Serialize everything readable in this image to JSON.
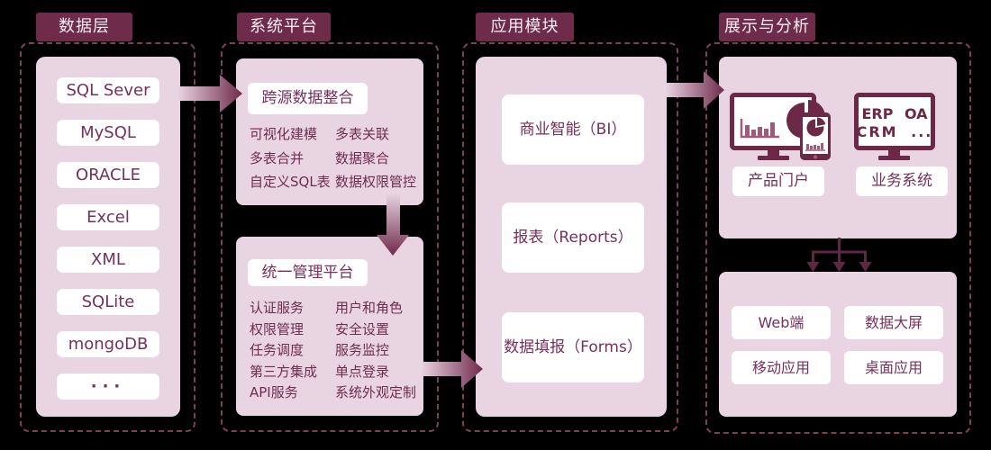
{
  "colors": {
    "bg": "#000000",
    "header_bg": "#6e2c4a",
    "header_text": "#f7edf3",
    "panel": "#e9d5e2",
    "card_bg": "#ffffff",
    "text_dark": "#76305a",
    "text_feature": "#6e2d4f",
    "dashed": "#7b4257",
    "arrow_light": "#ecd8e5",
    "arrow_dark": "#6f2a4b",
    "line": "#5d2842",
    "icon_dark": "#6b2847",
    "icon_mid": "#a3597c"
  },
  "columns": [
    {
      "id": "data-layer",
      "header": "数据层",
      "items": [
        "SQL Sever",
        "MySQL",
        "ORACLE",
        "Excel",
        "XML",
        "SQLite",
        "mongoDB",
        "···"
      ]
    },
    {
      "id": "system-platform",
      "header": "系统平台",
      "groups": [
        {
          "title": "跨源数据整合",
          "features_left": [
            "可视化建模",
            "多表合并",
            "自定义SQL表"
          ],
          "features_right": [
            "多表关联",
            "数据聚合",
            "数据权限管控"
          ]
        },
        {
          "title": "统一管理平台",
          "features_left": [
            "认证服务",
            "权限管理",
            "任务调度",
            "第三方集成",
            "API服务"
          ],
          "features_right": [
            "用户和角色",
            "安全设置",
            "服务监控",
            "单点登录",
            "系统外观定制"
          ]
        }
      ]
    },
    {
      "id": "app-modules",
      "header": "应用模块",
      "items": [
        "商业智能（BI）",
        "报表（Reports）",
        "数据填报（Forms）"
      ]
    },
    {
      "id": "display-analysis",
      "header": "展示与分析",
      "portal_label": "产品门户",
      "business_label": "业务系统",
      "business_screen_line1": "ERP OA",
      "business_screen_line2": "CRM ...",
      "endpoints": [
        "Web端",
        "数据大屏",
        "移动应用",
        "桌面应用"
      ]
    }
  ]
}
